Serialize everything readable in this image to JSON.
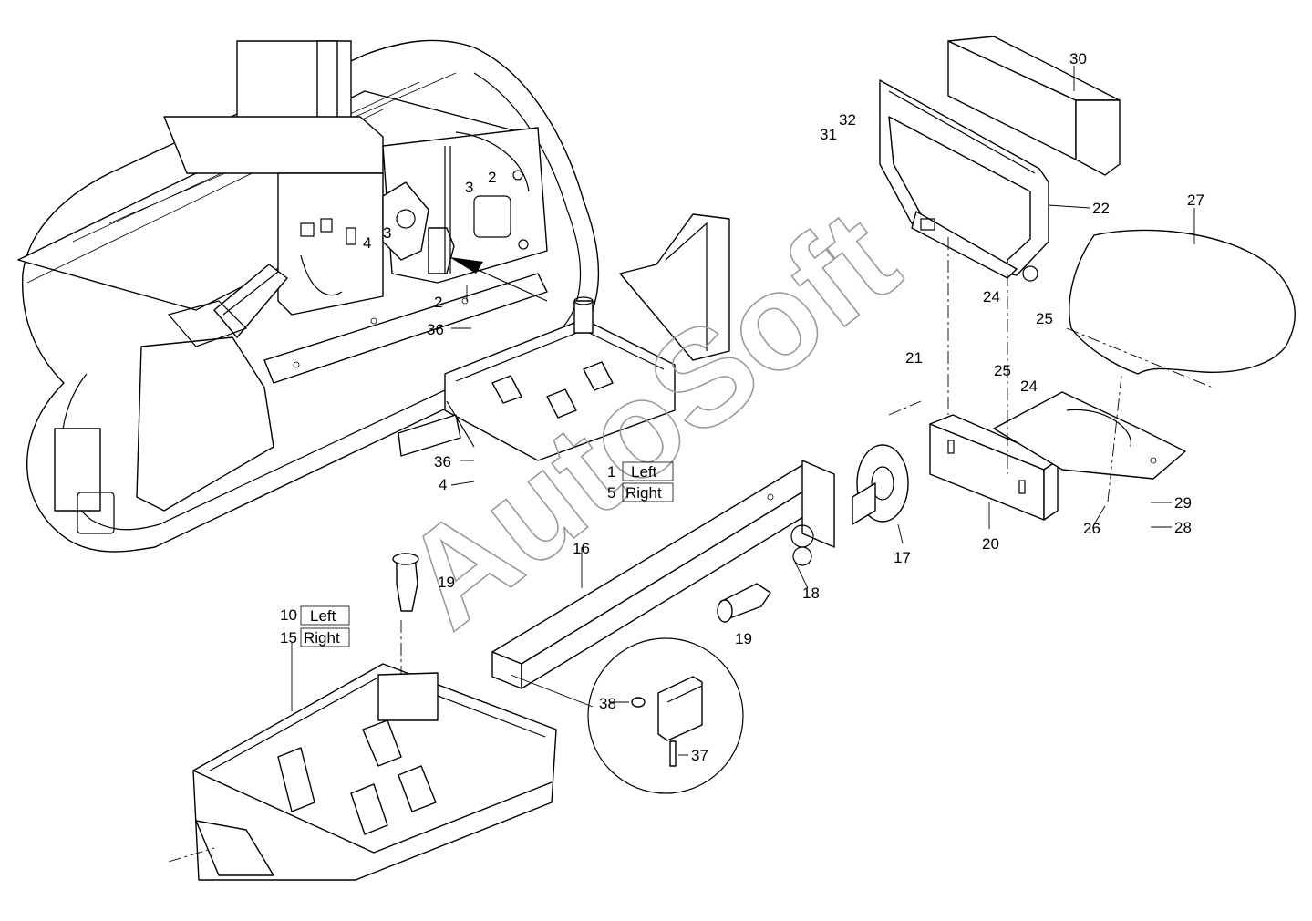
{
  "watermark": "AutoSoft",
  "callouts": [
    {
      "id": "c30",
      "label": "30"
    },
    {
      "id": "c32",
      "label": "32"
    },
    {
      "id": "c31",
      "label": "31"
    },
    {
      "id": "c22",
      "label": "22"
    },
    {
      "id": "c27",
      "label": "27"
    },
    {
      "id": "c2a",
      "label": "2"
    },
    {
      "id": "c3a",
      "label": "3"
    },
    {
      "id": "c3b",
      "label": "3"
    },
    {
      "id": "c4a",
      "label": "4"
    },
    {
      "id": "c2b",
      "label": "2"
    },
    {
      "id": "c36a",
      "label": "36"
    },
    {
      "id": "c24a",
      "label": "24"
    },
    {
      "id": "c25a",
      "label": "25"
    },
    {
      "id": "c25b",
      "label": "25"
    },
    {
      "id": "c21",
      "label": "21"
    },
    {
      "id": "c24b",
      "label": "24"
    },
    {
      "id": "c36b",
      "label": "36"
    },
    {
      "id": "c4b",
      "label": "4"
    },
    {
      "id": "c1",
      "label": "1"
    },
    {
      "id": "c5",
      "label": "5"
    },
    {
      "id": "c29",
      "label": "29"
    },
    {
      "id": "c26",
      "label": "26"
    },
    {
      "id": "c28",
      "label": "28"
    },
    {
      "id": "c20",
      "label": "20"
    },
    {
      "id": "c16",
      "label": "16"
    },
    {
      "id": "c17",
      "label": "17"
    },
    {
      "id": "c19a",
      "label": "19"
    },
    {
      "id": "c18",
      "label": "18"
    },
    {
      "id": "c10",
      "label": "10"
    },
    {
      "id": "c15",
      "label": "15"
    },
    {
      "id": "c19b",
      "label": "19"
    },
    {
      "id": "c38",
      "label": "38"
    },
    {
      "id": "c37",
      "label": "37"
    }
  ],
  "side_labels": {
    "left": "Left",
    "right": "Right"
  }
}
